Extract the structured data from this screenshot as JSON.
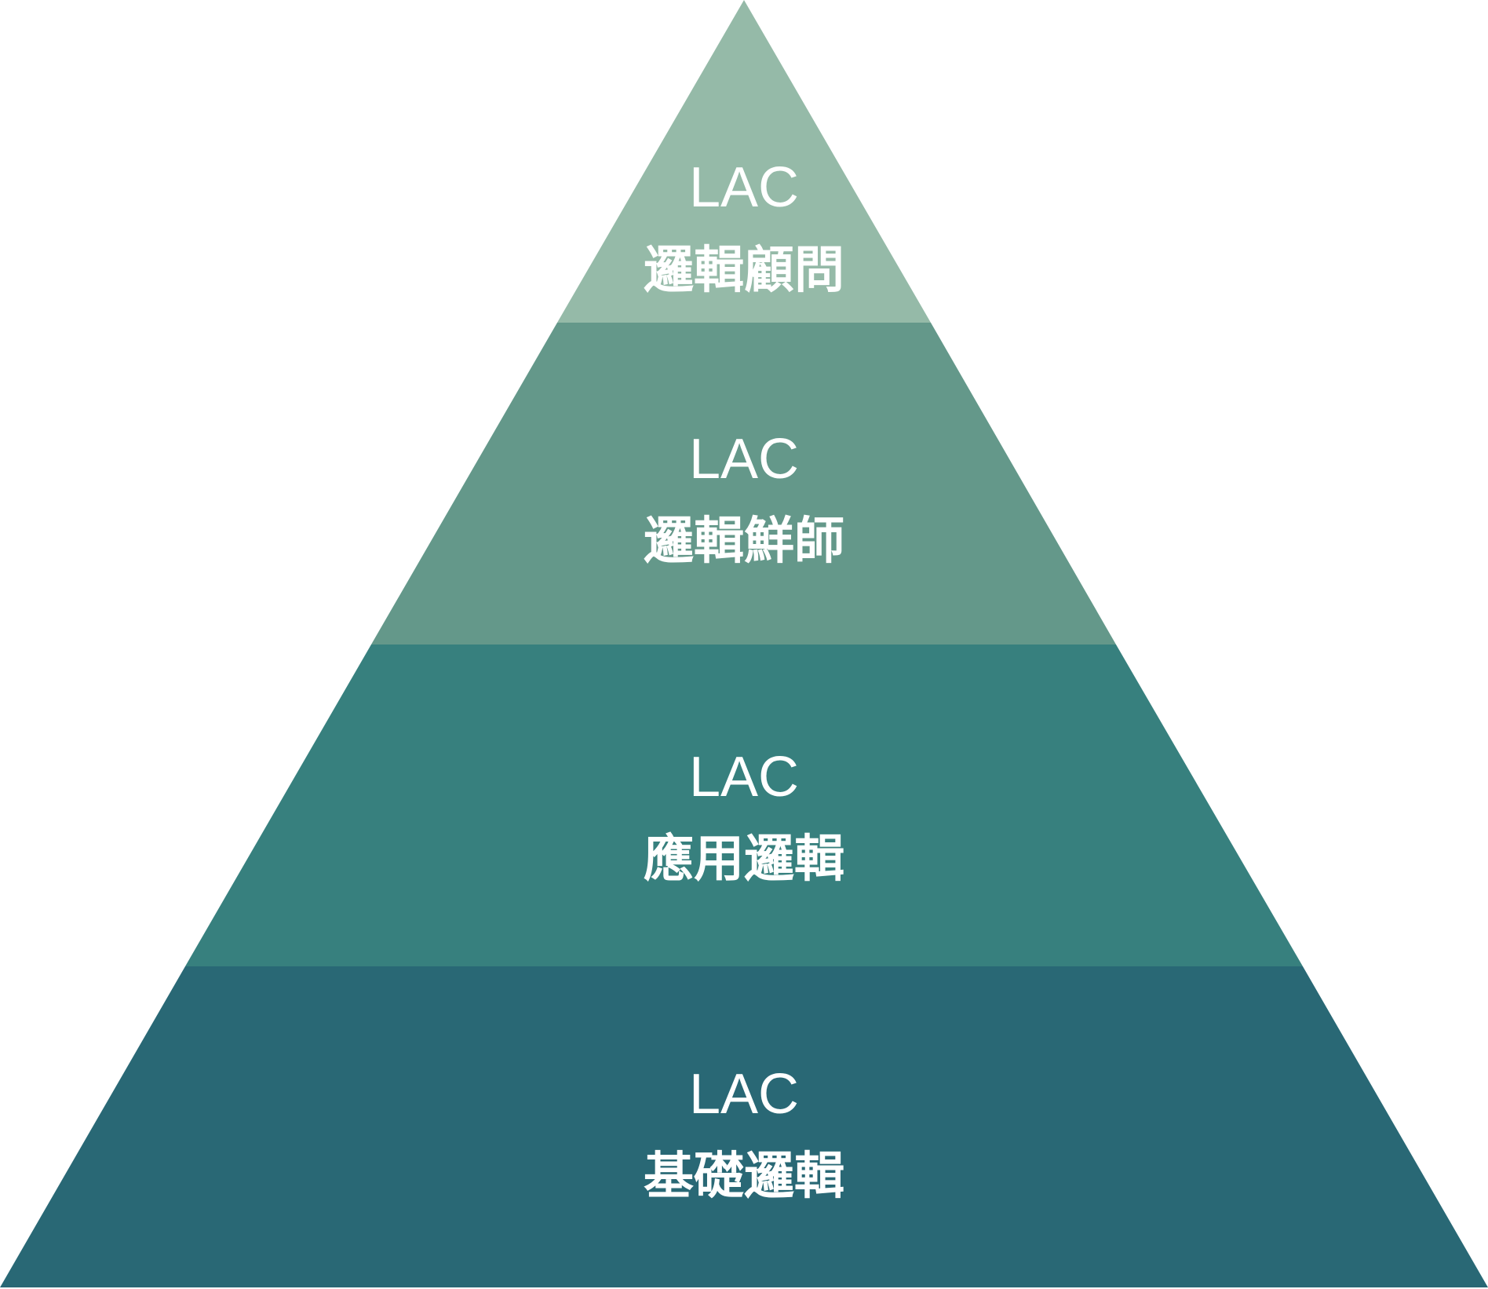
{
  "pyramid": {
    "levels": [
      {
        "title": "LAC",
        "subtitle": "邏輯顧問",
        "color": "#95baa8"
      },
      {
        "title": "LAC",
        "subtitle": "邏輯鮮師",
        "color": "#64988a"
      },
      {
        "title": "LAC",
        "subtitle": "應用邏輯",
        "color": "#37807e"
      },
      {
        "title": "LAC",
        "subtitle": "基礎邏輯",
        "color": "#296875"
      }
    ]
  }
}
